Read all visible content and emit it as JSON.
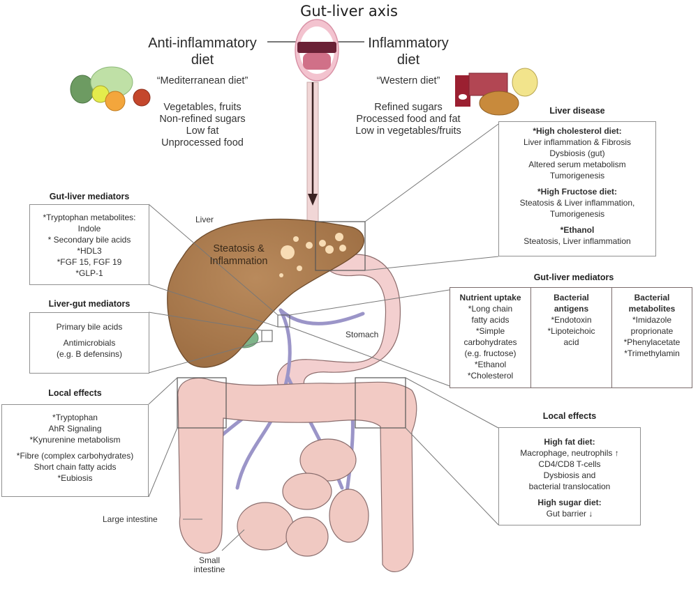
{
  "title": "Gut-liver axis",
  "anti_inflammatory": {
    "heading": [
      "Anti-inflammatory",
      "diet"
    ],
    "subtitle": "“Mediterranean diet”",
    "items": [
      "Vegetables, fruits",
      "Non-refined sugars",
      "Low fat",
      "Unprocessed food"
    ],
    "icon": "vegetables-fruits-icon"
  },
  "inflammatory": {
    "heading": [
      "Inflammatory",
      "diet"
    ],
    "subtitle": "“Western diet”",
    "items": [
      "Refined sugars",
      "Processed food and fat",
      "Low in vegetables/fruits"
    ],
    "icon": "processed-food-icon"
  },
  "liver_disease": {
    "title": "Liver disease",
    "sections": [
      {
        "heading": "*High cholesterol diet:",
        "lines": [
          "Liver inflammation & Fibrosis",
          "Dysbiosis (gut)",
          "Altered serum metabolism",
          "Tumorigenesis"
        ]
      },
      {
        "heading": "*High Fructose diet:",
        "lines": [
          "Steatosis & Liver inflammation,",
          "Tumorigenesis"
        ]
      },
      {
        "heading": "*Ethanol",
        "lines": [
          "Steatosis, Liver inflammation"
        ]
      }
    ]
  },
  "gut_liver_mediators_left": {
    "title": "Gut-liver mediators",
    "lines": [
      "*Tryptophan metabolites:",
      "Indole",
      "* Secondary bile acids",
      "*HDL3",
      "*FGF 15, FGF 19",
      "*GLP-1"
    ]
  },
  "liver_gut_mediators": {
    "title": "Liver-gut mediators",
    "lines": [
      "Primary bile acids",
      "Antimicrobials",
      "(e.g. B defensins)"
    ]
  },
  "gut_liver_mediators_right": {
    "title": "Gut-liver mediators",
    "columns": [
      {
        "heading": "Nutrient uptake",
        "lines": [
          "*Long chain",
          "fatty acids",
          "*Simple",
          "carbohydrates",
          "(e.g. fructose)",
          "*Ethanol",
          "*Cholesterol"
        ]
      },
      {
        "heading": "Bacterial antigens",
        "heading_lines": [
          "Bacterial",
          "antigens"
        ],
        "lines": [
          "*Endotoxin",
          "*Lipoteichoic",
          "acid"
        ]
      },
      {
        "heading": "Bacterial metabolites",
        "heading_lines": [
          "Bacterial",
          "metabolites"
        ],
        "lines": [
          "*Imidazole",
          "proprionate",
          "*Phenylacetate",
          "*Trimethylamin"
        ]
      }
    ]
  },
  "local_effects_left": {
    "title": "Local effects",
    "lines": [
      "*Tryptophan",
      "AhR Signaling",
      "*Kynurenine metabolism",
      "",
      "*Fibre (complex carbohydrates)",
      "Short chain fatty acids",
      "*Eubiosis"
    ]
  },
  "local_effects_right": {
    "title": "Local effects",
    "sections": [
      {
        "heading": "High fat diet:",
        "lines": [
          "Macrophage, neutrophils ↑",
          "CD4/CD8 T-cells",
          "Dysbiosis and",
          "bacterial translocation"
        ]
      },
      {
        "heading": "High sugar diet:",
        "lines": [
          "Gut barrier ↓"
        ]
      }
    ]
  },
  "organ_labels": {
    "liver": "Liver",
    "liver_state": [
      "Steatosis &",
      "Inflammation"
    ],
    "stomach": "Stomach",
    "large_intestine": "Large intestine",
    "small_intestine": [
      "Small",
      "intestine"
    ]
  },
  "colors": {
    "liver": "#a8784a",
    "intestine": "#f0c6c0",
    "vessels": "#9b95c8",
    "mouth": "#d9849a",
    "box_border": "#8f8f8f"
  }
}
